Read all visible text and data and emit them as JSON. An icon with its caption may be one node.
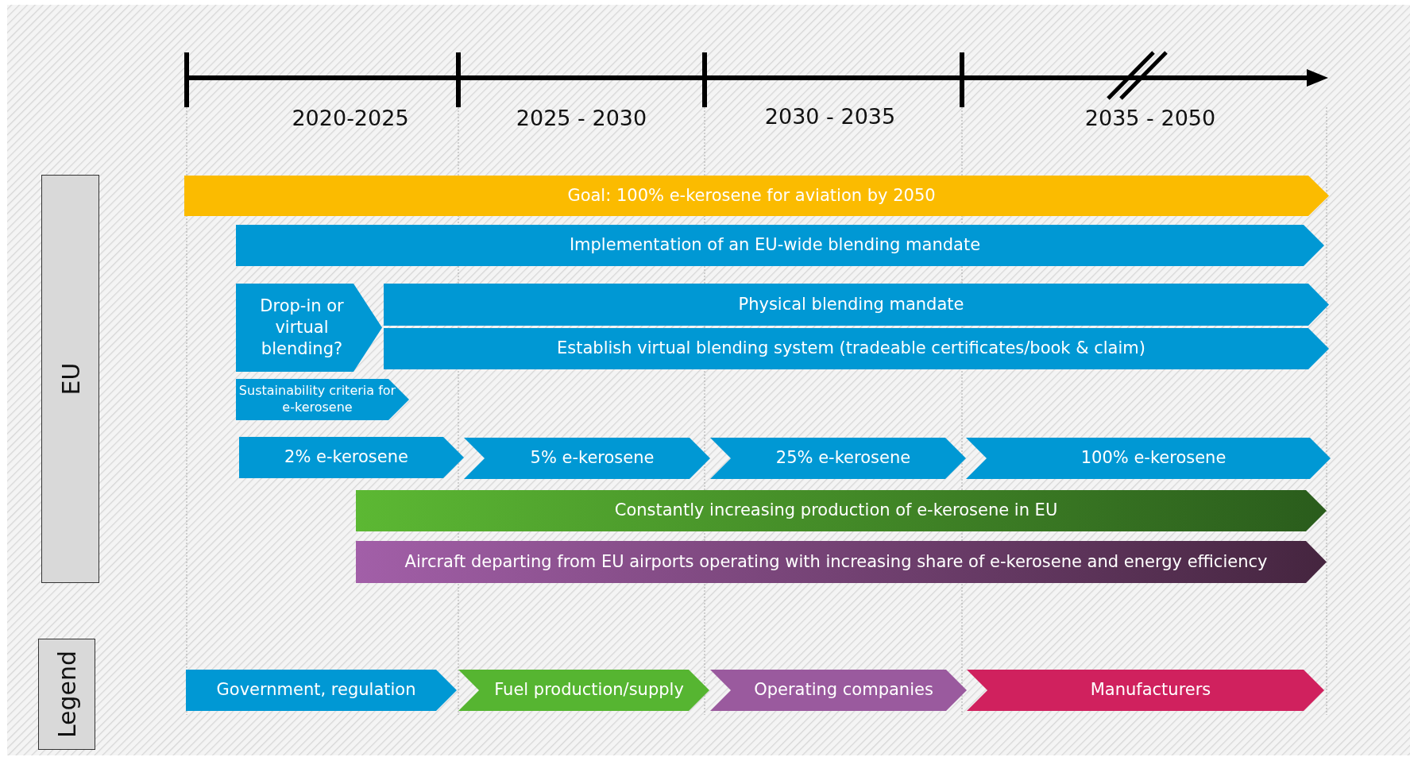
{
  "diagram": {
    "nodes": [
      {
        "text": [
          "EU"
        ]
      },
      {
        "text": [
          "Goal: 100% e-kerosene for aviation by 2050"
        ]
      },
      {
        "text": [
          "Implementation of an EU-wide blending mandate"
        ]
      },
      {
        "text": [
          "Drop-in or virtual blending?"
        ]
      },
      {
        "text": [
          "Physical blending mandate"
        ]
      },
      {
        "text": [
          "Establish virtual blending system (tradeable certificates/book & claim)"
        ]
      },
      {
        "text": [
          "Sustainability criteria for e-kerosene"
        ]
      },
      {
        "text": [
          "2% e-kerosene"
        ]
      },
      {
        "text": [
          "5% e-kerosene"
        ]
      },
      {
        "text": [
          "25% e-kerosene"
        ]
      },
      {
        "text": [
          "100% e-kerosene"
        ]
      },
      {
        "text": [
          "Constantly increasing production of e-kerosene in EU"
        ]
      },
      {
        "text": [
          "Aircraft departing from EU airports operating with increasing share of e-kerosene and energy efficiency"
        ]
      },
      {
        "text": [
          "Legend"
        ]
      }
    ],
    "labels": [
      "2020-2025",
      "2025 - 2030",
      "2030 - 2035",
      "2035 - 2050"
    ],
    "legend": [
      {
        "text": "Government, regulation",
        "color": "#0098d4"
      },
      {
        "text": "Fuel production/supply",
        "color": "#56b531"
      },
      {
        "text": "Operating companies",
        "color": "#9a5a9e"
      },
      {
        "text": "Manufacturers",
        "color": "#d0215e"
      }
    ]
  }
}
